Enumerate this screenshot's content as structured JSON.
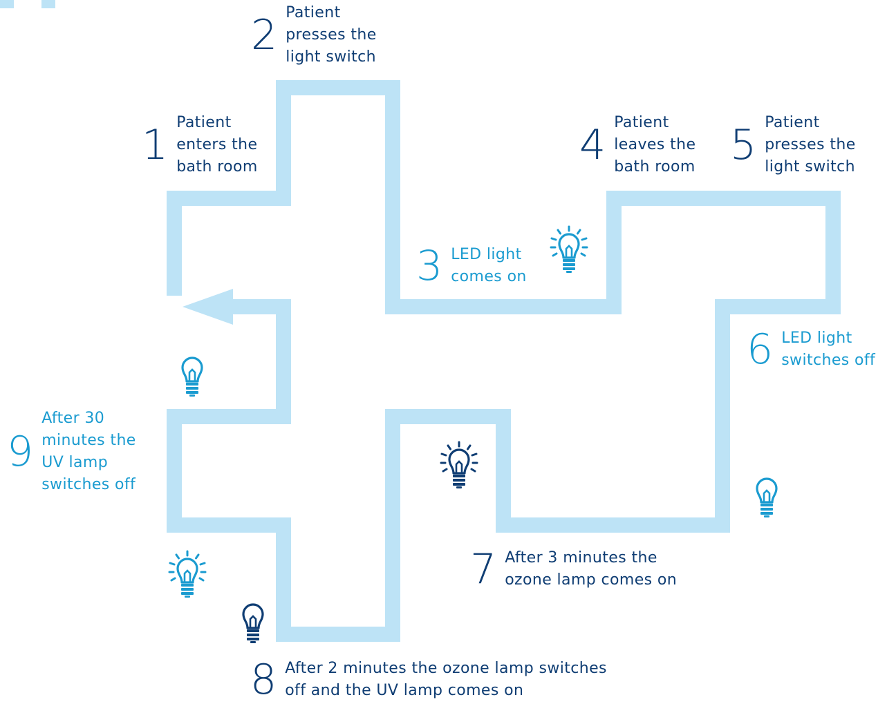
{
  "colors": {
    "path": "#bde3f6",
    "navy": "#0f3d73",
    "cyan": "#1a9bd0"
  },
  "steps": [
    {
      "number": "1",
      "lines": [
        "Patient",
        "enters the",
        "bath room"
      ],
      "color": "navy"
    },
    {
      "number": "2",
      "lines": [
        "Patient",
        "presses the",
        "light switch"
      ],
      "color": "navy"
    },
    {
      "number": "3",
      "lines": [
        "LED light",
        "comes on"
      ],
      "color": "cyan"
    },
    {
      "number": "4",
      "lines": [
        "Patient",
        "leaves the",
        "bath room"
      ],
      "color": "navy"
    },
    {
      "number": "5",
      "lines": [
        "Patient",
        "presses the",
        "light switch"
      ],
      "color": "navy"
    },
    {
      "number": "6",
      "lines": [
        "LED light",
        "switches off"
      ],
      "color": "cyan"
    },
    {
      "number": "7",
      "lines": [
        "After 3 minutes the",
        "ozone lamp comes on"
      ],
      "color": "navy"
    },
    {
      "number": "8",
      "lines": [
        "After 2 minutes the ozone lamp switches",
        "off and the UV lamp comes on"
      ],
      "color": "navy"
    },
    {
      "number": "9",
      "lines": [
        "After 30",
        "minutes the",
        "UV lamp",
        "switches off"
      ],
      "color": "cyan"
    }
  ],
  "icons": [
    {
      "name": "led-light-on-icon",
      "state": "on",
      "color": "cyan"
    },
    {
      "name": "led-light-off-icon",
      "state": "off",
      "color": "cyan"
    },
    {
      "name": "ozone-lamp-on-icon",
      "state": "on",
      "color": "navy"
    },
    {
      "name": "ozone-lamp-off-icon",
      "state": "off",
      "color": "navy"
    },
    {
      "name": "uv-lamp-on-icon",
      "state": "on",
      "color": "cyan"
    },
    {
      "name": "uv-lamp-off-icon",
      "state": "off",
      "color": "cyan"
    }
  ]
}
